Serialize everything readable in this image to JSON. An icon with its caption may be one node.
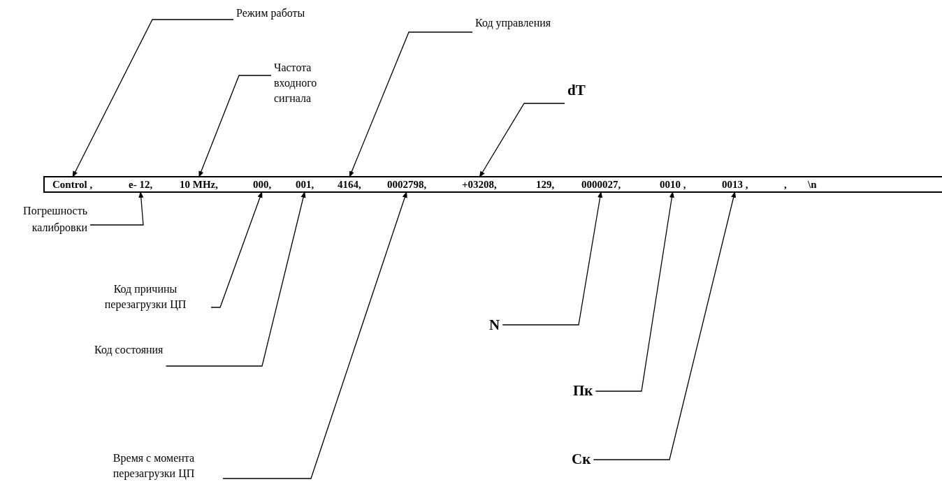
{
  "diagram": {
    "nodes": [
      {
        "text": [],
        "shape": "box"
      },
      {
        "text": [
          "Control ,"
        ],
        "in": 0
      },
      {
        "text": [
          "e- 12,"
        ],
        "in": 0
      },
      {
        "text": [
          "10 MHz,"
        ],
        "in": 0
      },
      {
        "text": [
          "000,"
        ],
        "in": 0
      },
      {
        "text": [
          "001,"
        ],
        "in": 0
      },
      {
        "text": [
          "4164,"
        ],
        "in": 0
      },
      {
        "text": [
          "0002798,"
        ],
        "in": 0
      },
      {
        "text": [
          "+03208,"
        ],
        "in": 0
      },
      {
        "text": [
          "129,"
        ],
        "in": 0
      },
      {
        "text": [
          "0000027,"
        ],
        "in": 0
      },
      {
        "text": [
          "0010 ,"
        ],
        "in": 0
      },
      {
        "text": [
          "0013 ,"
        ],
        "in": 0
      },
      {
        "text": [
          ","
        ],
        "in": 0
      },
      {
        "text": [
          "\\n"
        ],
        "in": 0
      },
      {
        "text": [
          "Режим работы"
        ]
      },
      {
        "text": [
          "Код управления"
        ]
      },
      {
        "text": [
          "Частота входного сигнала"
        ]
      },
      {
        "text": [
          "dT"
        ]
      },
      {
        "text": [
          "Погрешность калибровки"
        ]
      },
      {
        "text": [
          "Код причины перезагрузки ЦП"
        ]
      },
      {
        "text": [
          "N"
        ]
      },
      {
        "text": [
          "Код состояния"
        ]
      },
      {
        "text": [
          "Пк"
        ]
      },
      {
        "text": [
          "Время с момента перезагрузки ЦП"
        ]
      },
      {
        "text": [
          "Ск"
        ]
      }
    ],
    "edges": [
      {
        "from": 15,
        "to": 1,
        "arrow": "to"
      },
      {
        "from": 16,
        "to": 6,
        "arrow": "to"
      },
      {
        "from": 17,
        "to": 3,
        "arrow": "to"
      },
      {
        "from": 18,
        "to": 8,
        "arrow": "to"
      },
      {
        "from": 19,
        "to": 2,
        "arrow": "to"
      },
      {
        "from": 20,
        "to": 4,
        "arrow": "to"
      },
      {
        "from": 21,
        "to": 10,
        "arrow": "to"
      },
      {
        "from": 22,
        "to": 5,
        "arrow": "to"
      },
      {
        "from": 23,
        "to": 11,
        "arrow": "to"
      },
      {
        "from": 24,
        "to": 7,
        "arrow": "to"
      },
      {
        "from": 25,
        "to": 12,
        "arrow": "to"
      }
    ]
  }
}
